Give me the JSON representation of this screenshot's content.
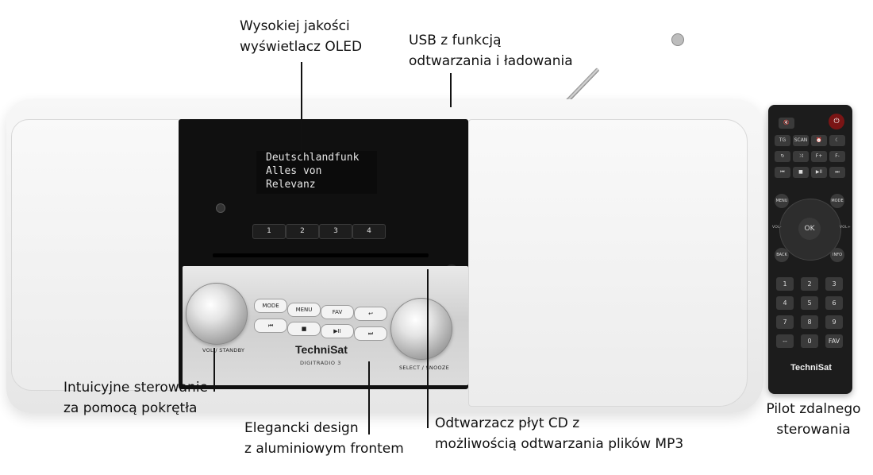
{
  "callouts": {
    "oled": {
      "line1": "Wysokiej jakości",
      "line2": "wyświetlacz OLED"
    },
    "usb": {
      "line1": "USB z funkcją",
      "line2": "odtwarzania i ładowania"
    },
    "knob": {
      "line1": "Intuicyjne sterowanie",
      "line2": "za pomocą pokrętła"
    },
    "design": {
      "line1": "Elegancki design",
      "line2": "z aluminiowym frontem"
    },
    "cd": {
      "line1": "Odtwarzacz płyt CD z",
      "line2": "możliwością odtwarzania plików MP3"
    },
    "remote": {
      "line1": "Pilot zdalnego",
      "line2": "sterowania"
    }
  },
  "display": {
    "line1": "Deutschlandfunk",
    "line2": "Alles von Relevanz"
  },
  "presets": [
    "1",
    "2",
    "3",
    "4"
  ],
  "front_buttons": {
    "row1": [
      "MODE",
      "MENU",
      "FAV",
      "↩"
    ],
    "row2": [
      "⏮",
      "■",
      "▶II",
      "⏭"
    ]
  },
  "knob_labels": {
    "left": "VOL / STANDBY",
    "right": "SELECT / SNOOZE"
  },
  "brand": "TechniSat",
  "model": "DIGITRADIO 3",
  "eject_symbol": "⏏",
  "remote": {
    "brand": "TechniSat",
    "power_symbol": "⏻",
    "row1": [
      "🔇"
    ],
    "row2": [
      "TG",
      "SCAN",
      "⏰",
      "☾"
    ],
    "row3": [
      "↻",
      "⤨",
      "F+",
      "F-"
    ],
    "row4": [
      "⏮",
      "■",
      "▶II",
      "⏭"
    ],
    "menu": "MENU",
    "mode": "MODE",
    "back": "BACK",
    "info": "INFO",
    "ok": "OK",
    "vol_minus": "VOL-",
    "vol_plus": "VOL+",
    "numbers": [
      "1",
      "2",
      "3",
      "4",
      "5",
      "6",
      "7",
      "8",
      "9",
      "--",
      "0",
      "FAV"
    ]
  }
}
